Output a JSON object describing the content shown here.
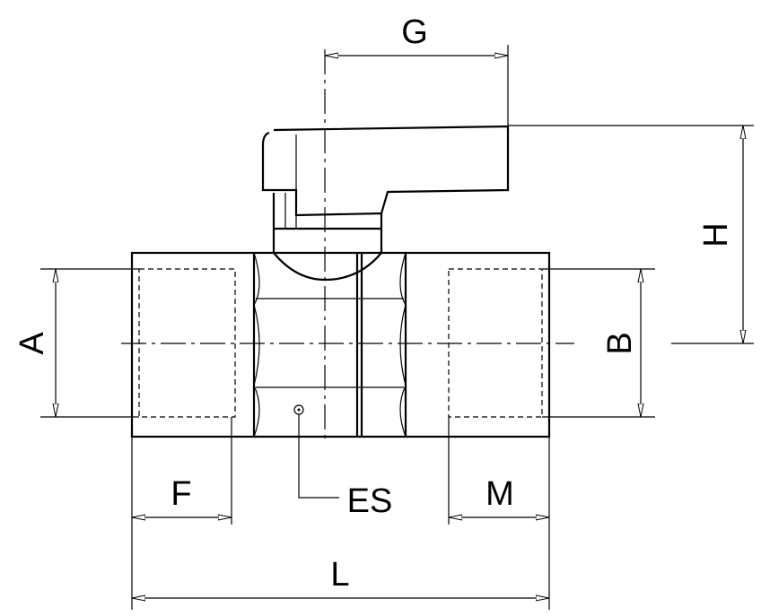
{
  "title": "Ball valve dimension drawing",
  "labels": {
    "G": "G",
    "H": "H",
    "A": "A",
    "B": "B",
    "F": "F",
    "M": "M",
    "L": "L",
    "ES": "ES"
  }
}
